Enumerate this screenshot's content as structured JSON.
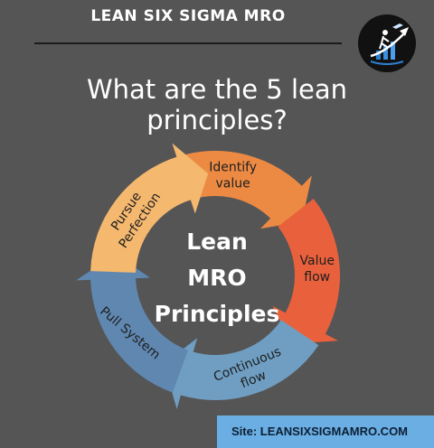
{
  "header": {
    "brand": "LEAN SIX SIGMA MRO"
  },
  "logo": {
    "icon": "plane-growth-chart-icon"
  },
  "headline": {
    "line1": "What are the 5 lean",
    "line2": "principles?"
  },
  "cycle": {
    "center": [
      "Lean",
      "MRO",
      "Principles"
    ],
    "steps": [
      {
        "lines": [
          "Identify",
          "value"
        ],
        "color": "#ec8a44"
      },
      {
        "lines": [
          "Value",
          "flow"
        ],
        "color": "#e9613c"
      },
      {
        "lines": [
          "Continuous",
          "flow"
        ],
        "color": "#6f9ec2"
      },
      {
        "lines": [
          "Pull System"
        ],
        "color": "#5f87b0"
      },
      {
        "lines": [
          "Pursue",
          "Perfection"
        ],
        "color": "#f5b86f"
      }
    ]
  },
  "footer": {
    "site": "Site: LEANSIXSIGMAMRO.COM"
  }
}
